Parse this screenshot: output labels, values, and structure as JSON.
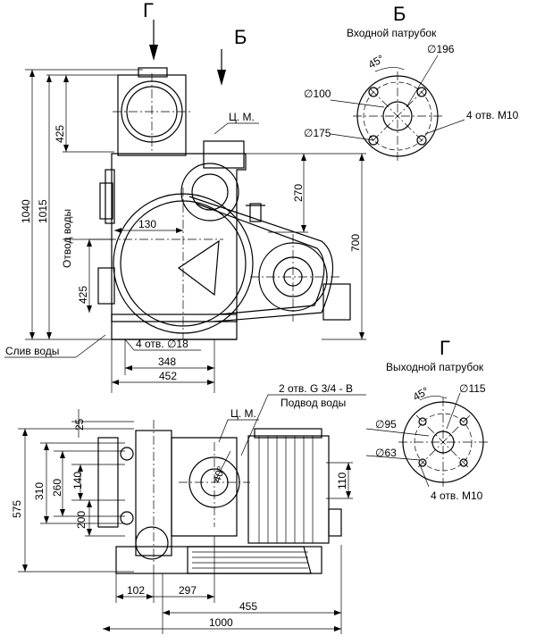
{
  "views": {
    "side": {
      "dims": {
        "h1040": "1040",
        "h1015": "1015",
        "h425_top": "425",
        "h425_bottom": "425",
        "h270": "270",
        "h700": "700",
        "w130": "130",
        "w348": "348",
        "w452": "452"
      },
      "labels": {
        "cm": "Ц. М.",
        "outlet": "Отвод воды",
        "drain": "Слив воды",
        "holes18": "4 отв. ∅18"
      }
    },
    "top": {
      "dims": {
        "h575": "575",
        "h310": "310",
        "h260": "260",
        "h140": "140",
        "h200": "200",
        "h25": "25",
        "h110": "110",
        "angle40": "40°",
        "w102": "102",
        "w297": "297",
        "w455": "455",
        "w1000": "1000"
      },
      "labels": {
        "thread": "2 отв. G 3/4 - В",
        "water_in": "Подвод воды",
        "cm": "Ц. М."
      }
    },
    "inlet": {
      "letter": "Б",
      "title": "Входной патрубок",
      "angle": "45°",
      "d196": "∅196",
      "d100": "∅100",
      "d175": "∅175",
      "holes": "4 отв. М10"
    },
    "outlet": {
      "letter": "Г",
      "title": "Выходной патрубок",
      "angle": "45°",
      "d115": "∅115",
      "d95": "∅95",
      "d63": "∅63",
      "holes": "4 отв. М10"
    },
    "arrows": {
      "g": "Г",
      "b": "Б"
    }
  }
}
